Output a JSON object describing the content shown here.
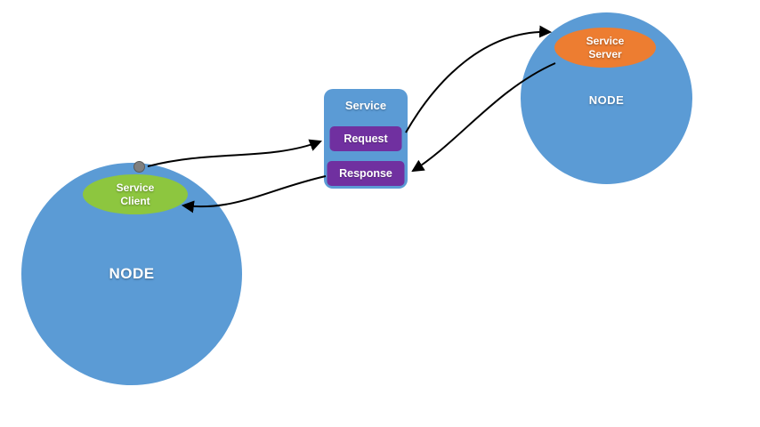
{
  "diagram": {
    "left_node": {
      "label": "NODE"
    },
    "right_node": {
      "label": "NODE"
    },
    "service_client": {
      "line1": "Service",
      "line2": "Client"
    },
    "service_server": {
      "line1": "Service",
      "line2": "Server"
    },
    "service_box": {
      "title": "Service",
      "request_label": "Request",
      "response_label": "Response"
    },
    "arrows": [
      {
        "from": "service-client",
        "to": "request-box"
      },
      {
        "from": "request-box",
        "to": "service-server"
      },
      {
        "from": "service-server",
        "to": "response-box"
      },
      {
        "from": "response-box",
        "to": "service-client"
      }
    ],
    "colors": {
      "node_blue": "#5b9bd5",
      "client_green": "#8dc63f",
      "server_orange": "#ed7d31",
      "action_purple": "#7030a0",
      "connector_gray": "#7f7f7f",
      "arrow_black": "#000000",
      "background": "#ffffff"
    }
  }
}
